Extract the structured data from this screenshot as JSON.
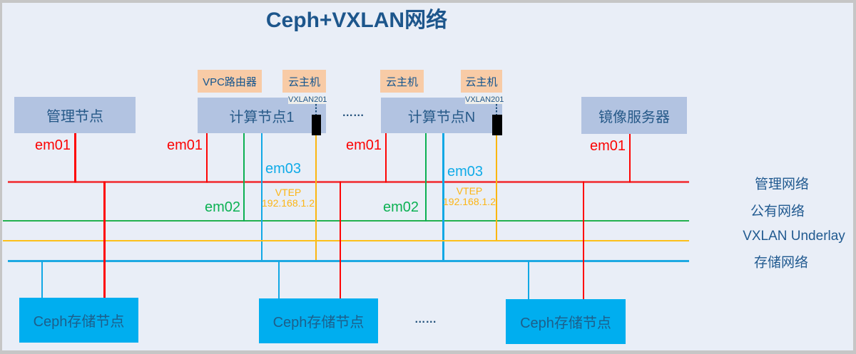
{
  "title": "Ceph+VXLAN网络",
  "colors": {
    "background": "#e9eef7",
    "frame": "#c6c6c6",
    "node_box": "#b2c3e1",
    "node_text": "#265988",
    "attachment_box": "#f8cba6",
    "attachment_text": "#16568f",
    "title_text": "#1d568c",
    "mgmt_network": "#f0454a",
    "public_network": "#23b14e",
    "vxlan_underlay": "#fcc01a",
    "storage_network": "#1ea9e2",
    "storage_box": "#00aeef",
    "storage_box_text": "#1d5f8b",
    "vtep_text": "#fcb515"
  },
  "nodes": {
    "mgmt": {
      "label": "管理节点",
      "port_mgmt": "em01"
    },
    "compute1": {
      "label": "计算节点1",
      "attachments": [
        "VPC路由器",
        "云主机"
      ],
      "vxlan_tag": "VXLAN201",
      "port_mgmt": "em01",
      "port_public": "em02",
      "port_storage": "em03",
      "vtep": {
        "label": "VTEP",
        "ip": "192.168.1.2"
      }
    },
    "computeN": {
      "label": "计算节点N",
      "attachments": [
        "云主机",
        "云主机"
      ],
      "vxlan_tag": "VXLAN201",
      "port_mgmt": "em01",
      "port_public": "em02",
      "port_storage": "em03",
      "vtep": {
        "label": "VTEP",
        "ip": "192.168.1.2"
      }
    },
    "mirror": {
      "label": "镜像服务器",
      "port_mgmt": "em01"
    }
  },
  "ellipsis_top": "……",
  "networks": [
    {
      "name": "管理网络"
    },
    {
      "name": "公有网络"
    },
    {
      "name": "VXLAN Underlay"
    },
    {
      "name": "存储网络"
    }
  ],
  "storage_nodes": [
    {
      "label": "Ceph存储节点"
    },
    {
      "label": "Ceph存储节点"
    },
    {
      "label": "Ceph存储节点"
    }
  ],
  "ellipsis_bottom": "……"
}
